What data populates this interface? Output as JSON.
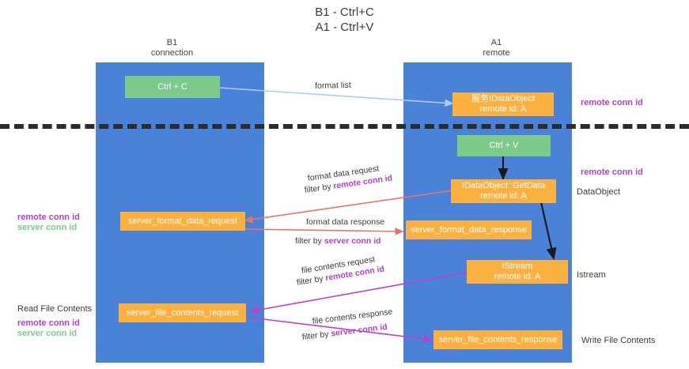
{
  "title": "B1 - Ctrl+C\nA1 - Ctrl+V",
  "lanes": [
    {
      "name": "lane-b1",
      "header": "B1\nconnection"
    },
    {
      "name": "lane-a1",
      "header": "A1\nremote"
    }
  ],
  "boxes": {
    "ctrl_c": "Ctrl + C",
    "ctrl_v": "Ctrl + V",
    "idataobject_line1": "服务IDataObject",
    "idataobject_line2": "remote id: A",
    "getdata_line1": "IDataObject::GetData",
    "getdata_line2": "remote id: A",
    "istream_line1": "IStream",
    "istream_line2": "remote id: A",
    "server_format_data_request": "server_format_data_request",
    "server_format_data_response": "server_format_data_response",
    "server_file_contents_request": "server_file_contents_request",
    "server_file_contents_response": "server_file_contents_response"
  },
  "edges": {
    "format_list": "format list",
    "format_data_request": "format data request",
    "format_data_request_filter_prefix": "filter by ",
    "format_data_request_filter_key": "remote conn id",
    "format_data_response": "format data response",
    "format_data_response_filter_prefix": "filter by ",
    "format_data_response_filter_key": "server conn id",
    "file_contents_request": "file contents request",
    "file_contents_request_filter_prefix": "filter by ",
    "file_contents_request_filter_key": "remote conn id",
    "file_contents_response": "file contents response",
    "file_contents_response_filter_prefix": "filter by ",
    "file_contents_response_filter_key": "server conn id"
  },
  "annotations": {
    "right_remote_conn_id_top": "remote conn id",
    "right_remote_conn_id_mid": "remote conn id",
    "right_dataobject": "DataObject",
    "right_istream": "Istream",
    "right_write_file_contents": "Write File Contents",
    "left_remote_conn_id_mid": "remote conn id",
    "left_server_conn_id_mid": "server conn id",
    "left_read_file_contents": "Read File Contents",
    "left_remote_conn_id_bottom": "remote conn id",
    "left_server_conn_id_bottom": "server conn id"
  },
  "colors": {
    "lane": "#4a82d8",
    "green_box": "#7ccb8b",
    "orange_box": "#fbb040",
    "purple_key": "#b23fce",
    "green_key": "#7ccb8b",
    "wire_blue": "#aacdf0",
    "wire_red": "#e8736a",
    "wire_magenta": "#c23fc8",
    "wire_black": "#1a1a1a",
    "divider": "#2b2b2b"
  }
}
